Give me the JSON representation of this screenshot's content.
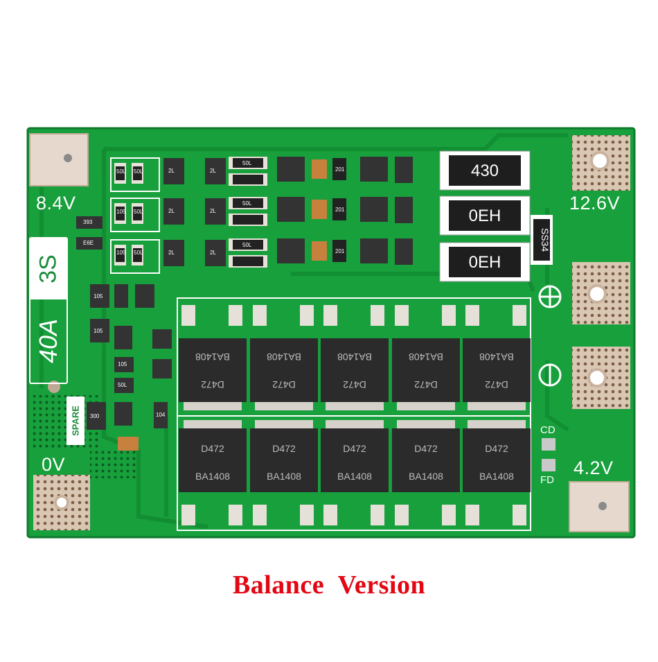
{
  "board": {
    "pad_labels": {
      "top_left": "8.4V",
      "top_right": "12.6V",
      "bottom_left": "0V",
      "bottom_right": "4.2V"
    },
    "series_badge": "3S",
    "current_badge": "40A",
    "spare_label": "SPARE",
    "cd_label": "CD",
    "fd_label": "FD",
    "shunt_resistors": [
      "430",
      "0EH",
      "0EH"
    ],
    "diode_marking": "SS34",
    "mosfet_top_row_text": [
      "BA1408",
      "D472"
    ],
    "mosfet_bottom_row_text": [
      "D472",
      "BA1408"
    ],
    "smd_markings": [
      "50L",
      "50L",
      "2L",
      "2L",
      "50L",
      "201",
      "105",
      "50L",
      "2L",
      "2L",
      "50L",
      "201",
      "393",
      "E6E",
      "105",
      "50L",
      "2L",
      "2L",
      "50L",
      "201",
      "105",
      "105",
      "105",
      "50L",
      "300",
      "104"
    ],
    "colors": {
      "pcb": "#17a03c",
      "pcb_dark": "#128a32",
      "silkscreen": "#ffffff",
      "mosfet": "#2b2b2b",
      "caption": "#e30613"
    }
  },
  "caption": "Balance  Version"
}
